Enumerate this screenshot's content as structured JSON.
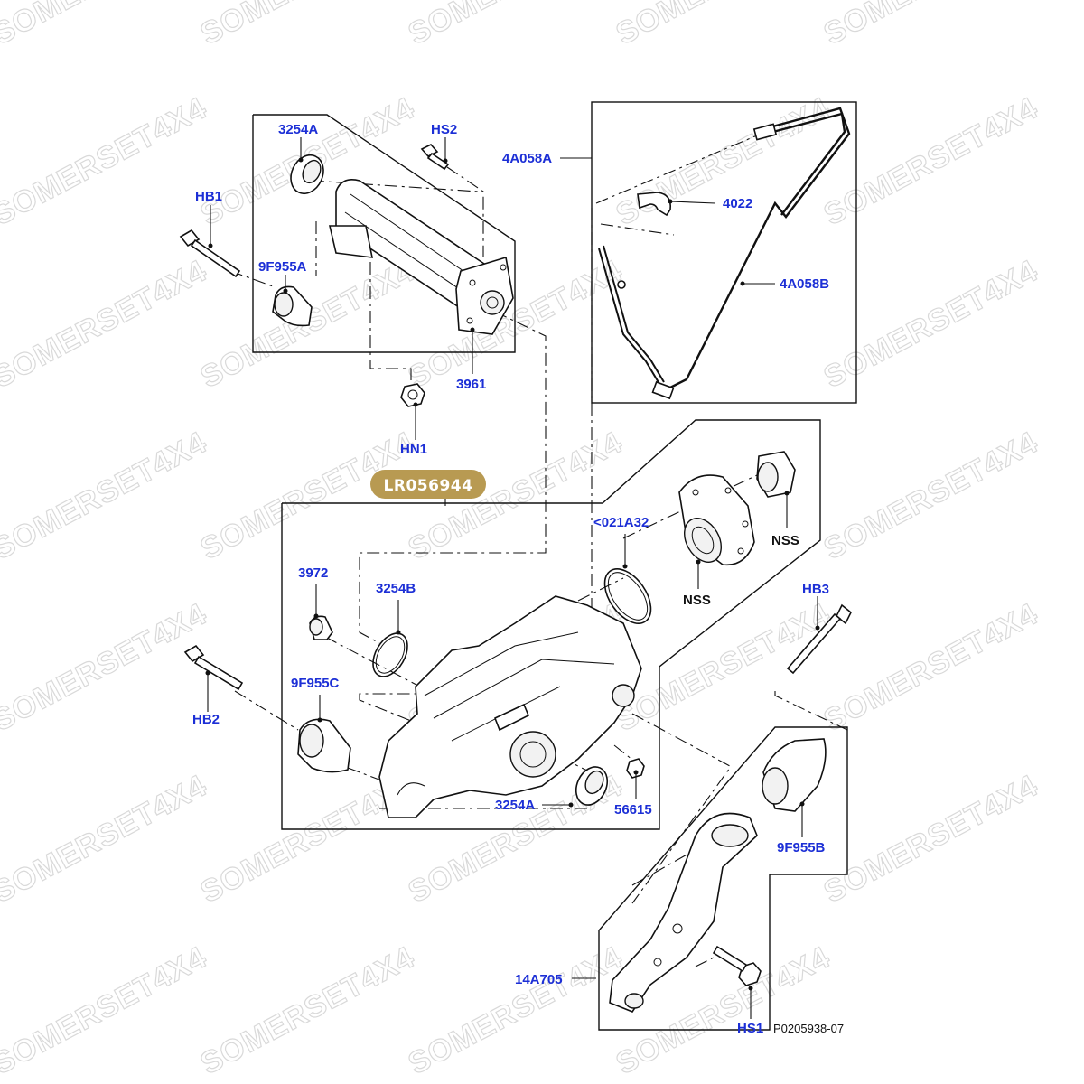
{
  "diagram": {
    "part_number_badge": {
      "text": "LR056944",
      "bg_color": "#b89a52",
      "text_color": "#ffffff"
    },
    "reference_code": "P0205938-07",
    "watermark": "SOMERSET4X4",
    "callout_color": "#1c2fd6",
    "callouts": {
      "c_3254A_top": "3254A",
      "c_HS2": "HS2",
      "c_4A058A": "4A058A",
      "c_4022": "4022",
      "c_HB1": "HB1",
      "c_9F955A": "9F955A",
      "c_4A058B": "4A058B",
      "c_3961": "3961",
      "c_HN1": "HN1",
      "c_021A32": "<021A32",
      "c_NSS_top": "NSS",
      "c_NSS_bottom": "NSS",
      "c_3972": "3972",
      "c_3254B": "3254B",
      "c_HB3": "HB3",
      "c_HB2": "HB2",
      "c_9F955C": "9F955C",
      "c_3254A_bottom": "3254A",
      "c_56615": "56615",
      "c_9F955B": "9F955B",
      "c_14A705": "14A705",
      "c_HS1": "HS1"
    }
  }
}
